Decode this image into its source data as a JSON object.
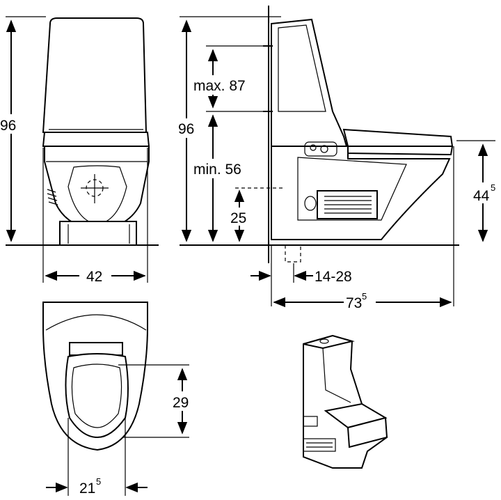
{
  "dimensions": {
    "front_height": "96",
    "front_width": "42",
    "side_height": "96",
    "max_label": "max. 87",
    "min_label": "min. 56",
    "inlet_height": "25",
    "seat_height_main": "44",
    "seat_height_sup": "5",
    "drain_offset": "14-28",
    "depth_main": "73",
    "depth_sup": "5",
    "seat_length": "29",
    "seat_width_main": "21",
    "seat_width_sup": "5"
  }
}
